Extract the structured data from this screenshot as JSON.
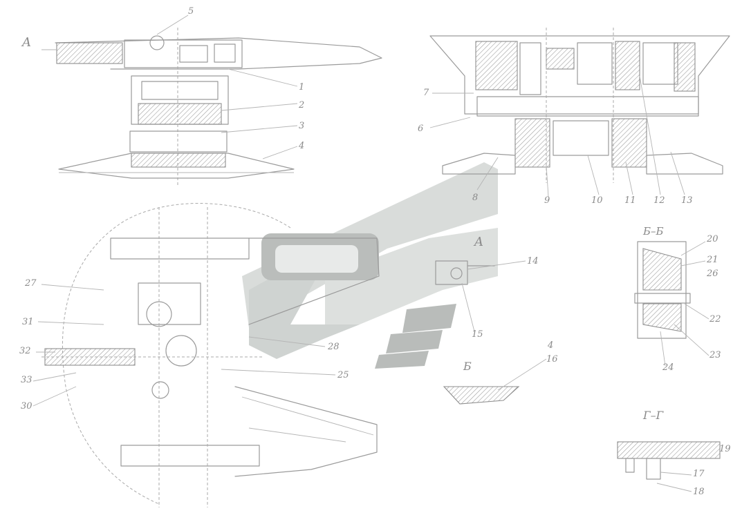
{
  "colors": {
    "line": "#9a9a9a",
    "watermark_light": "#d6dad8",
    "watermark_dark": "#b5b8b6",
    "background": "#ffffff"
  },
  "section_labels": {
    "view_a_top": "A",
    "view_a_mid": "A",
    "section_bb": "Б–Б",
    "section_b": "Б",
    "section_gg": "Г–Г"
  },
  "callouts": {
    "c5": "5",
    "c1a": "1",
    "c2a": "2",
    "c3a": "3",
    "c4a": "4",
    "c7": "7",
    "c6": "6",
    "c8": "8",
    "c9": "9",
    "c10": "10",
    "c11": "11",
    "c12": "12",
    "c13": "13",
    "c14": "14",
    "c15": "15",
    "c28": "28",
    "c25": "25",
    "c27": "27",
    "c31": "31",
    "c32": "32",
    "c33": "33",
    "c30": "30",
    "c4b": "4",
    "c16": "16",
    "c20": "20",
    "c21": "21",
    "c22": "22",
    "c23": "23",
    "c24": "24",
    "c26": "26",
    "c17": "17",
    "c18": "18",
    "c19": "19"
  }
}
